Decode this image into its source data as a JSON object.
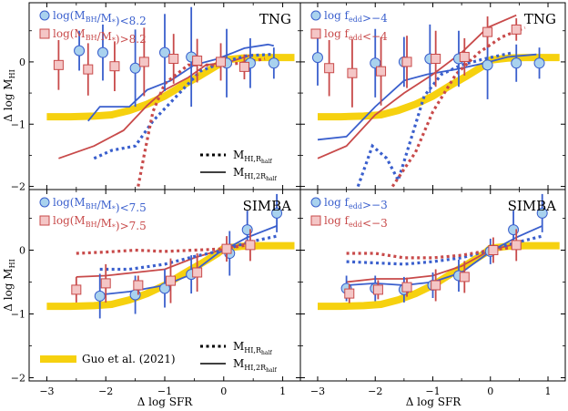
{
  "chart_data": {
    "type": "line",
    "x_axis_label": "Δ log SFR",
    "y_axis_label": "Δ log M",
    "y_axis_label_sub": "HI",
    "xlim": [
      -3.3,
      1.3
    ],
    "ylim": [
      -2.05,
      0.95
    ],
    "x_ticks": [
      -3,
      -2,
      -1,
      0,
      1
    ],
    "y_ticks": [
      -2,
      -1,
      0
    ],
    "x_tick_labels": [
      "−3",
      "−2",
      "−1",
      "0",
      "1"
    ],
    "y_tick_labels": [
      "−2",
      "−1",
      "0"
    ],
    "colors": {
      "blue": "#3a5fcd",
      "red": "#c84a4a",
      "blue_face": "#a9d2ee",
      "red_face": "#f4c6c6",
      "guo": "#f6d10f"
    },
    "guo": {
      "label": "Guo et al. (2021)",
      "x": [
        -3.0,
        -2.6,
        -2.2,
        -1.9,
        -1.6,
        -1.3,
        -1.0,
        -0.7,
        -0.4,
        -0.1,
        0.0,
        0.3,
        0.6,
        0.9,
        1.2
      ],
      "y": [
        -0.88,
        -0.88,
        -0.87,
        -0.85,
        -0.78,
        -0.68,
        -0.55,
        -0.38,
        -0.22,
        -0.05,
        0.03,
        0.06,
        0.07,
        0.07,
        0.07
      ]
    },
    "line_legend": {
      "dotted": {
        "label": "M",
        "sub": "HI,R",
        "subsub": "half"
      },
      "solid": {
        "label": "M",
        "sub": "HI,2R",
        "subsub": "half"
      }
    },
    "panels": [
      {
        "name": "TNG",
        "legend": [
          {
            "marker": "circle",
            "color": "blue",
            "label": "log(M",
            "sub1": "BH",
            "mid": "/M",
            "sub2": "*",
            "tail": ")<8.2"
          },
          {
            "marker": "square",
            "color": "red",
            "label": "log(M",
            "sub1": "BH",
            "mid": "/M",
            "sub2": "*",
            "tail": ")>8.2"
          }
        ],
        "series": [
          {
            "name": "blue-points",
            "marker": "circle",
            "color": "blue",
            "x": [
              -2.45,
              -2.05,
              -1.5,
              -1.0,
              -0.55,
              0.05,
              0.45,
              0.85
            ],
            "y": [
              0.18,
              0.15,
              -0.1,
              0.15,
              0.08,
              -0.02,
              -0.02,
              -0.02
            ],
            "err": [
              0.32,
              0.45,
              0.62,
              0.62,
              0.8,
              0.55,
              0.4,
              0.25
            ]
          },
          {
            "name": "red-points",
            "marker": "square",
            "color": "red",
            "x": [
              -2.8,
              -2.3,
              -1.85,
              -1.35,
              -0.85,
              -0.45,
              -0.05,
              0.35
            ],
            "y": [
              -0.05,
              -0.12,
              -0.07,
              0.0,
              0.05,
              0.02,
              0.0,
              -0.08
            ],
            "err": [
              0.4,
              0.42,
              0.4,
              0.55,
              0.4,
              0.35,
              0.3,
              0.2
            ]
          },
          {
            "name": "blue-solid",
            "style": "solid",
            "color": "blue",
            "x": [
              -2.3,
              -2.1,
              -1.6,
              -1.3,
              -0.9,
              -0.5,
              -0.1,
              0.35,
              0.75,
              0.85
            ],
            "y": [
              -0.95,
              -0.72,
              -0.72,
              -0.45,
              -0.3,
              -0.05,
              0.05,
              0.22,
              0.28,
              0.26
            ]
          },
          {
            "name": "red-solid",
            "style": "solid",
            "color": "red",
            "x": [
              -2.8,
              -2.2,
              -1.7,
              -1.3,
              -1.0,
              -0.6,
              -0.3,
              0.1,
              0.5
            ],
            "y": [
              -1.55,
              -1.35,
              -1.1,
              -0.7,
              -0.45,
              -0.25,
              -0.05,
              0.0,
              0.12
            ]
          },
          {
            "name": "blue-dotted",
            "style": "dotted",
            "color": "blue",
            "x": [
              -2.2,
              -1.9,
              -1.5,
              -1.2,
              -0.8,
              -0.4,
              0.0,
              0.4,
              0.8
            ],
            "y": [
              -1.55,
              -1.42,
              -1.35,
              -0.95,
              -0.55,
              -0.15,
              0.0,
              0.1,
              0.12
            ]
          },
          {
            "name": "red-dotted",
            "style": "dotted",
            "color": "red",
            "x": [
              -1.45,
              -1.35,
              -1.2,
              -1.0,
              -0.6,
              -0.2,
              0.3,
              0.7
            ],
            "y": [
              -2.0,
              -1.5,
              -0.8,
              -0.35,
              -0.05,
              -0.05,
              -0.02,
              0.05
            ]
          }
        ]
      },
      {
        "name": "TNG",
        "legend": [
          {
            "marker": "circle",
            "color": "blue",
            "label": "log f",
            "sub1": "edd",
            "mid": "",
            "sub2": "",
            "tail": ">−4"
          },
          {
            "marker": "square",
            "color": "red",
            "label": "log f",
            "sub1": "edd",
            "mid": "",
            "sub2": "",
            "tail": "<−4"
          }
        ],
        "series": [
          {
            "name": "blue-points",
            "marker": "circle",
            "color": "blue",
            "x": [
              -3.0,
              -2.0,
              -1.5,
              -1.05,
              -0.55,
              -0.05,
              0.45,
              0.85
            ],
            "y": [
              0.07,
              -0.02,
              -0.0,
              0.05,
              0.05,
              -0.05,
              -0.02,
              -0.02
            ],
            "err": [
              0.45,
              0.55,
              0.4,
              0.55,
              0.45,
              0.55,
              0.3,
              0.25
            ]
          },
          {
            "name": "red-points",
            "marker": "square",
            "color": "red",
            "x": [
              -2.8,
              -2.4,
              -1.9,
              -1.45,
              -0.95,
              -0.45,
              -0.05,
              0.45
            ],
            "y": [
              -0.1,
              -0.18,
              -0.15,
              0.0,
              0.05,
              0.08,
              0.48,
              0.52
            ],
            "err": [
              0.45,
              0.55,
              0.55,
              0.42,
              0.45,
              0.3,
              0.25,
              0.18
            ]
          },
          {
            "name": "blue-solid",
            "style": "solid",
            "color": "blue",
            "x": [
              -3.0,
              -2.5,
              -2.0,
              -1.5,
              -1.1,
              -0.6,
              -0.1,
              0.3,
              0.8
            ],
            "y": [
              -1.25,
              -1.2,
              -0.72,
              -0.3,
              -0.2,
              -0.12,
              -0.02,
              0.08,
              0.12
            ]
          },
          {
            "name": "red-solid",
            "style": "solid",
            "color": "red",
            "x": [
              -3.0,
              -2.5,
              -2.0,
              -1.5,
              -1.0,
              -0.5,
              -0.05,
              0.45
            ],
            "y": [
              -1.55,
              -1.35,
              -0.85,
              -0.5,
              -0.2,
              0.15,
              0.55,
              0.75
            ]
          },
          {
            "name": "blue-dotted",
            "style": "dotted",
            "color": "blue",
            "x": [
              -2.3,
              -2.05,
              -1.8,
              -1.6,
              -1.35,
              -1.15,
              -0.85,
              -0.5,
              -0.1,
              0.4
            ],
            "y": [
              -2.0,
              -1.35,
              -1.55,
              -1.9,
              -1.15,
              -0.55,
              -0.2,
              -0.05,
              0.05,
              0.15
            ]
          },
          {
            "name": "red-dotted",
            "style": "dotted",
            "color": "red",
            "x": [
              -1.7,
              -1.3,
              -1.0,
              -0.6,
              -0.2,
              0.2,
              0.6
            ],
            "y": [
              -2.0,
              -1.45,
              -0.8,
              -0.2,
              0.15,
              0.4,
              0.55
            ]
          }
        ]
      },
      {
        "name": "SIMBA",
        "legend": [
          {
            "marker": "circle",
            "color": "blue",
            "label": "log(M",
            "sub1": "BH",
            "mid": "/M",
            "sub2": "*",
            "tail": ")<7.5"
          },
          {
            "marker": "square",
            "color": "red",
            "label": "log(M",
            "sub1": "BH",
            "mid": "/M",
            "sub2": "*",
            "tail": ")>7.5"
          }
        ],
        "series": [
          {
            "name": "blue-points",
            "marker": "circle",
            "color": "blue",
            "x": [
              -2.1,
              -1.5,
              -1.0,
              -0.55,
              0.1,
              0.4,
              0.9
            ],
            "y": [
              -0.72,
              -0.7,
              -0.6,
              -0.38,
              -0.05,
              0.32,
              0.58
            ],
            "err": [
              0.35,
              0.3,
              0.3,
              0.3,
              0.35,
              0.3,
              0.3
            ]
          },
          {
            "name": "red-points",
            "marker": "square",
            "color": "red",
            "x": [
              -2.5,
              -2.0,
              -1.45,
              -0.9,
              -0.45,
              0.05,
              0.45
            ],
            "y": [
              -0.62,
              -0.52,
              -0.55,
              -0.48,
              -0.35,
              0.02,
              0.08
            ],
            "err": [
              0.2,
              0.3,
              0.15,
              0.35,
              0.3,
              0.2,
              0.25
            ]
          },
          {
            "name": "blue-solid",
            "style": "solid",
            "color": "blue",
            "x": [
              -2.1,
              -1.6,
              -1.0,
              -0.6,
              -0.1,
              0.4,
              0.9
            ],
            "y": [
              -0.7,
              -0.65,
              -0.55,
              -0.4,
              -0.05,
              0.2,
              0.38
            ]
          },
          {
            "name": "red-solid",
            "style": "solid",
            "color": "red",
            "x": [
              -2.5,
              -2.0,
              -1.5,
              -1.0,
              -0.5,
              0.0,
              0.45
            ],
            "y": [
              -0.42,
              -0.4,
              -0.35,
              -0.3,
              -0.12,
              0.02,
              0.12
            ]
          },
          {
            "name": "blue-dotted",
            "style": "dotted",
            "color": "blue",
            "x": [
              -2.1,
              -1.6,
              -1.0,
              -0.5,
              0.0,
              0.4,
              0.9
            ],
            "y": [
              -0.3,
              -0.3,
              -0.22,
              -0.1,
              0.0,
              0.12,
              0.22
            ]
          },
          {
            "name": "red-dotted",
            "style": "dotted",
            "color": "red",
            "x": [
              -2.5,
              -2.0,
              -1.5,
              -1.0,
              -0.5,
              0.0,
              0.4
            ],
            "y": [
              -0.05,
              -0.03,
              0.0,
              -0.02,
              0.0,
              0.02,
              0.08
            ]
          }
        ]
      },
      {
        "name": "SIMBA",
        "legend": [
          {
            "marker": "circle",
            "color": "blue",
            "label": "log f",
            "sub1": "edd",
            "mid": "",
            "sub2": "",
            "tail": ">−3"
          },
          {
            "marker": "square",
            "color": "red",
            "label": "log f",
            "sub1": "edd",
            "mid": "",
            "sub2": "",
            "tail": "<−3"
          }
        ],
        "series": [
          {
            "name": "blue-points",
            "marker": "circle",
            "color": "blue",
            "x": [
              -2.5,
              -2.0,
              -1.5,
              -1.0,
              -0.55,
              0.0,
              0.4,
              0.9
            ],
            "y": [
              -0.6,
              -0.6,
              -0.62,
              -0.55,
              -0.4,
              -0.02,
              0.32,
              0.58
            ],
            "err": [
              0.2,
              0.2,
              0.2,
              0.2,
              0.25,
              0.2,
              0.3,
              0.3
            ]
          },
          {
            "name": "red-points",
            "marker": "square",
            "color": "red",
            "x": [
              -2.45,
              -1.95,
              -1.45,
              -0.95,
              -0.45,
              0.05,
              0.45
            ],
            "y": [
              -0.68,
              -0.62,
              -0.58,
              -0.55,
              -0.42,
              0.0,
              0.08
            ],
            "err": [
              0.15,
              0.15,
              0.15,
              0.25,
              0.25,
              0.2,
              0.25
            ]
          },
          {
            "name": "blue-solid",
            "style": "solid",
            "color": "blue",
            "x": [
              -2.5,
              -2.0,
              -1.5,
              -1.0,
              -0.5,
              0.0,
              0.45,
              0.9
            ],
            "y": [
              -0.55,
              -0.52,
              -0.55,
              -0.5,
              -0.35,
              -0.02,
              0.2,
              0.38
            ]
          },
          {
            "name": "red-solid",
            "style": "solid",
            "color": "red",
            "x": [
              -2.5,
              -2.0,
              -1.5,
              -1.0,
              -0.5,
              0.0,
              0.45
            ],
            "y": [
              -0.5,
              -0.45,
              -0.45,
              -0.4,
              -0.25,
              0.0,
              0.1
            ]
          },
          {
            "name": "blue-dotted",
            "style": "dotted",
            "color": "blue",
            "x": [
              -2.5,
              -2.0,
              -1.5,
              -1.0,
              -0.5,
              0.0,
              0.45,
              0.9
            ],
            "y": [
              -0.18,
              -0.2,
              -0.22,
              -0.18,
              -0.12,
              0.0,
              0.12,
              0.22
            ]
          },
          {
            "name": "red-dotted",
            "style": "dotted",
            "color": "red",
            "x": [
              -2.5,
              -2.0,
              -1.5,
              -1.0,
              -0.5,
              0.0,
              0.45
            ],
            "y": [
              -0.05,
              -0.05,
              -0.12,
              -0.12,
              -0.08,
              0.0,
              0.05
            ]
          }
        ]
      }
    ]
  }
}
